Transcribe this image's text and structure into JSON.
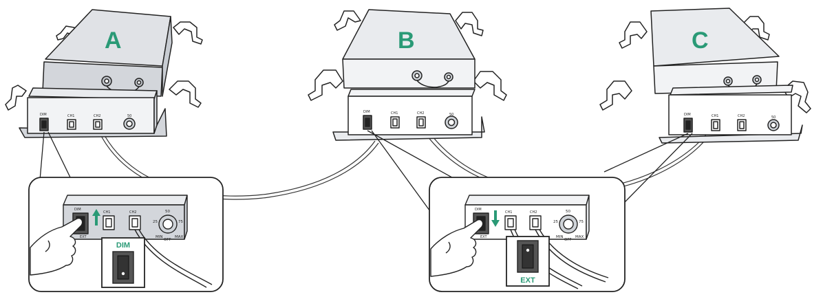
{
  "accent_color": "#2a9a76",
  "units": [
    {
      "letter": "A",
      "ports": [
        "DIM",
        "CH1",
        "CH2"
      ]
    },
    {
      "letter": "B",
      "ports": [
        "DIM",
        "CH1",
        "CH2"
      ]
    },
    {
      "letter": "C",
      "ports": [
        "DIM",
        "CH1",
        "CH2"
      ]
    }
  ],
  "dial": {
    "top": "50",
    "left": "25",
    "right": "75",
    "bottom_left": "MIN",
    "bottom_center": "OFF",
    "bottom_right": "MAX"
  },
  "port_sub_label": "EXT",
  "callouts": [
    {
      "switch_label": "DIM",
      "arrow": "up-arrow"
    },
    {
      "switch_label": "EXT",
      "arrow": "down-arrow"
    }
  ]
}
